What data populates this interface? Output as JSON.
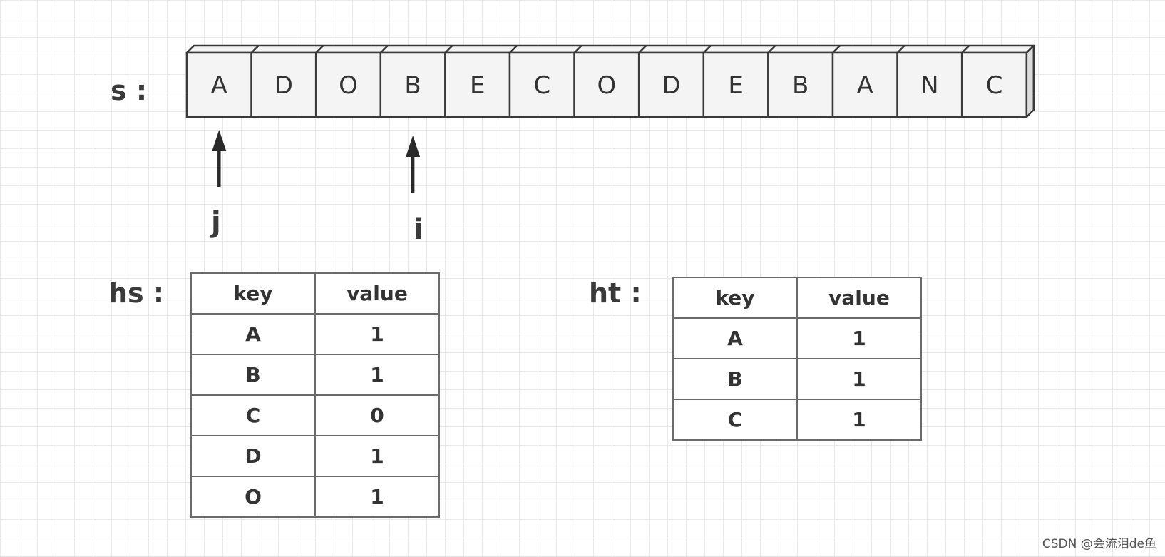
{
  "string_label": "s :",
  "string_chars": [
    "A",
    "D",
    "O",
    "B",
    "E",
    "C",
    "O",
    "D",
    "E",
    "B",
    "A",
    "N",
    "C"
  ],
  "pointers": [
    {
      "label": "j",
      "index": 0
    },
    {
      "label": "i",
      "index": 3
    }
  ],
  "hs": {
    "label": "hs :",
    "headers": [
      "key",
      "value"
    ],
    "rows": [
      [
        "A",
        "1"
      ],
      [
        "B",
        "1"
      ],
      [
        "C",
        "0"
      ],
      [
        "D",
        "1"
      ],
      [
        "O",
        "1"
      ]
    ]
  },
  "ht": {
    "label": "ht :",
    "headers": [
      "key",
      "value"
    ],
    "rows": [
      [
        "A",
        "1"
      ],
      [
        "B",
        "1"
      ],
      [
        "C",
        "1"
      ]
    ]
  },
  "watermark": "CSDN @会流泪de鱼"
}
